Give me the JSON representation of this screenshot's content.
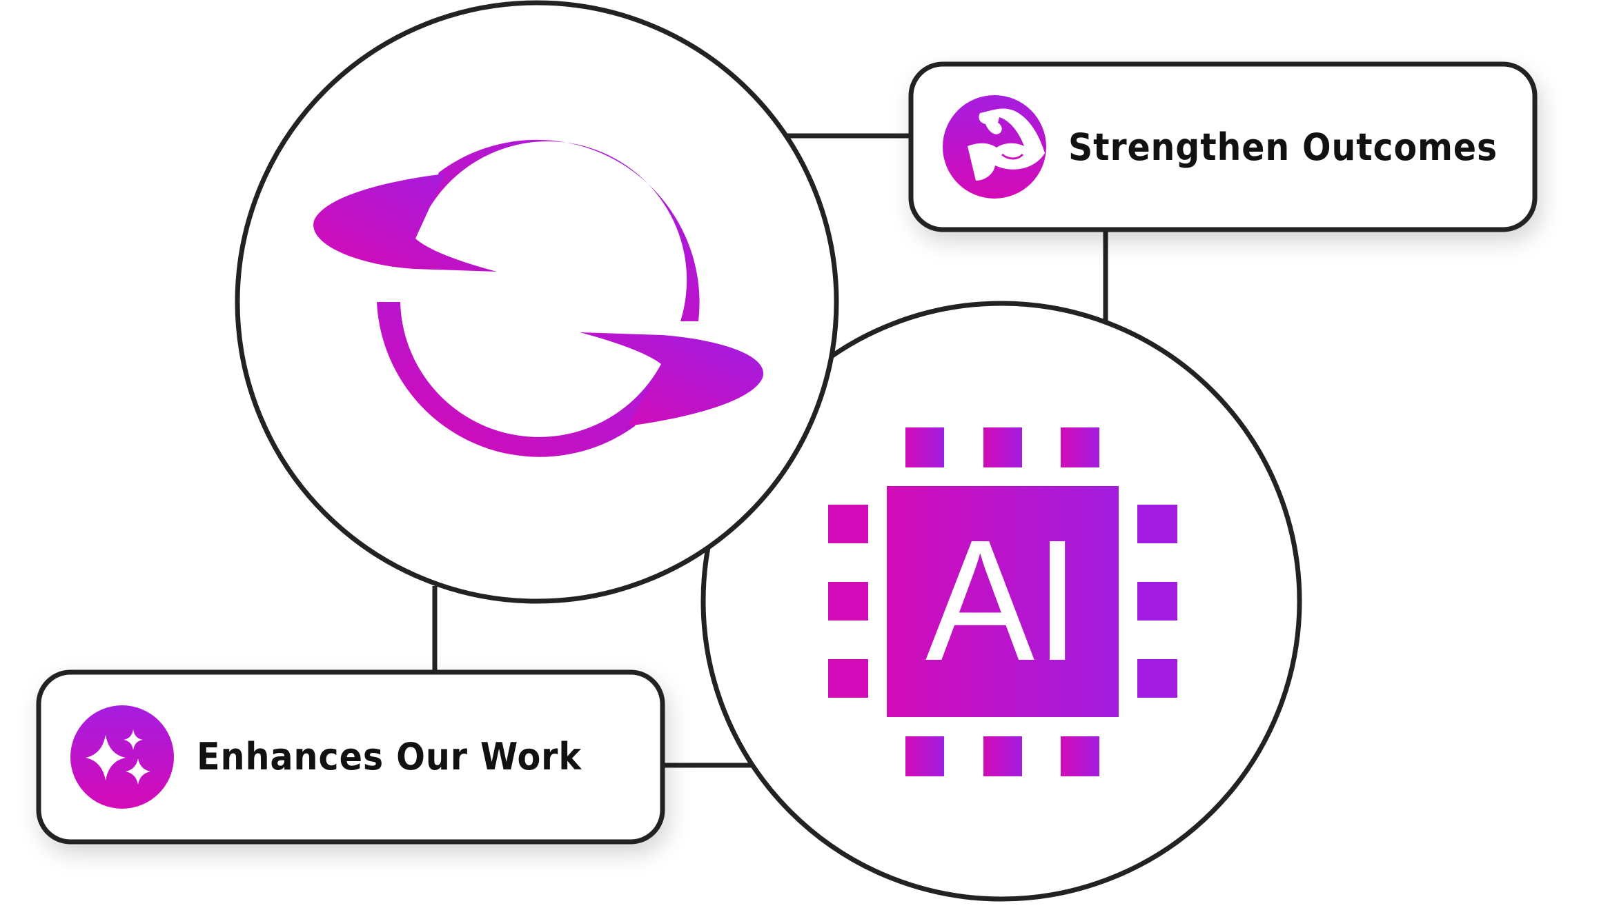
{
  "cards": {
    "top_label": "Strengthen Outcomes",
    "bottom_label": "Enhances Our Work"
  },
  "chip": {
    "text": "AI"
  },
  "icons": {
    "logo": "swirl-logo-icon",
    "chip": "ai-chip-icon",
    "top_card": "flexed-bicep-icon",
    "bottom_card": "sparkles-icon"
  },
  "colors": {
    "gradient_start": "#d10bb7",
    "gradient_end": "#a21ddf",
    "stroke": "#222222",
    "text": "#111111"
  }
}
